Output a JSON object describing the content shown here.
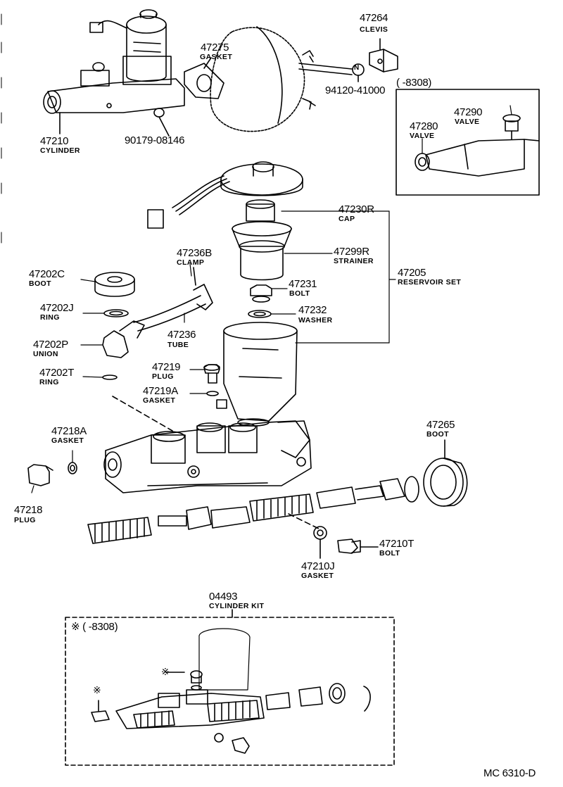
{
  "diagram_code": "MC 6310-D",
  "labels": {
    "p47264": {
      "num": "47264",
      "name": "CLEVIS"
    },
    "p47275": {
      "num": "47275",
      "name": "GASKET"
    },
    "p94120": {
      "num": "94120-41000"
    },
    "p47210": {
      "num": "47210",
      "name": "CYLINDER"
    },
    "p90179": {
      "num": "90179-08146"
    },
    "p47290": {
      "num": "47290",
      "name": "VALVE"
    },
    "p47280": {
      "num": "47280",
      "name": "VALVE"
    },
    "p47230R": {
      "num": "47230R",
      "name": "CAP"
    },
    "p47299R": {
      "num": "47299R",
      "name": "STRAINER"
    },
    "p47205": {
      "num": "47205",
      "name": "RESERVOIR SET"
    },
    "p47236B": {
      "num": "47236B",
      "name": "CLAMP"
    },
    "p47202C": {
      "num": "47202C",
      "name": "BOOT"
    },
    "p47231": {
      "num": "47231",
      "name": "BOLT"
    },
    "p47202J": {
      "num": "47202J",
      "name": "RING"
    },
    "p47232": {
      "num": "47232",
      "name": "WASHER"
    },
    "p47236": {
      "num": "47236",
      "name": "TUBE"
    },
    "p47202P": {
      "num": "47202P",
      "name": "UNION"
    },
    "p47219": {
      "num": "47219",
      "name": "PLUG"
    },
    "p47202T": {
      "num": "47202T",
      "name": "RING"
    },
    "p47219A": {
      "num": "47219A",
      "name": "GASKET"
    },
    "p47218A": {
      "num": "47218A",
      "name": "GASKET"
    },
    "p47265": {
      "num": "47265",
      "name": "BOOT"
    },
    "p47218": {
      "num": "47218",
      "name": "PLUG"
    },
    "p47210T": {
      "num": "47210T",
      "name": "BOLT"
    },
    "p47210J": {
      "num": "47210J",
      "name": "GASKET"
    },
    "p04493": {
      "num": "04493",
      "name": "CYLINDER KIT"
    }
  },
  "date_range_valve": "(       -8308)",
  "date_range_kit": "※ (       -8308)",
  "kit_marker": "※",
  "washer_symbol": "N"
}
